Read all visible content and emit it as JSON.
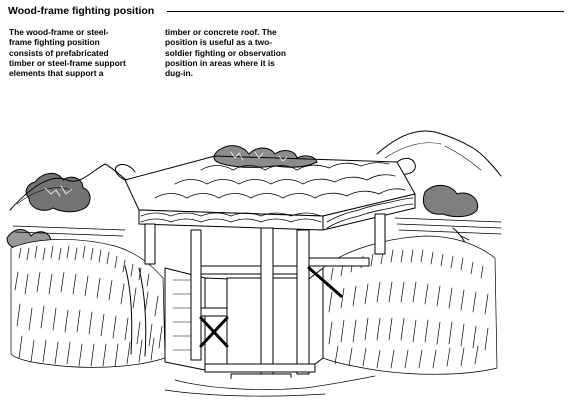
{
  "heading": "Wood-frame fighting position",
  "body_columns": [
    {
      "lines": [
        "The wood-frame or steel-",
        "frame fighting position",
        "consists of prefabricated",
        "timber or steel-frame support",
        "elements that support a"
      ]
    },
    {
      "lines": [
        "timber or concrete roof. The",
        "position is useful as a two-",
        "soldier fighting or observation",
        "position in areas where it is",
        "dug-in."
      ]
    }
  ],
  "colors": {
    "ink": "#000000",
    "paper": "#ffffff"
  }
}
